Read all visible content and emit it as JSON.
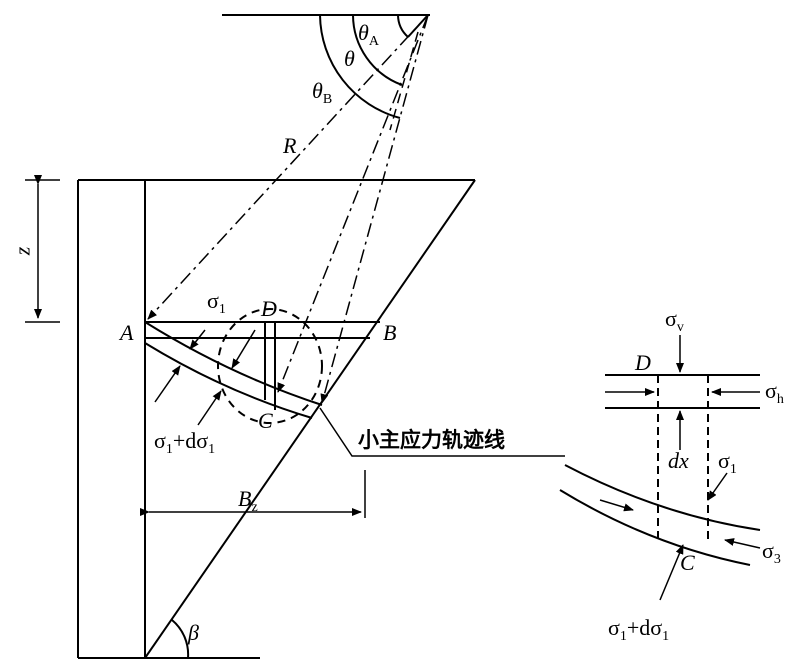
{
  "labels": {
    "theta_a": "θ",
    "theta_a_sub": "A",
    "theta": "θ",
    "theta_b": "θ",
    "theta_b_sub": "B",
    "radius": "R",
    "depth": "z",
    "point_a": "A",
    "point_b": "B",
    "point_d": "D",
    "point_c": "C",
    "sigma1": "σ",
    "sigma1_sub": "1",
    "sigma1_d": "σ",
    "sigma1_d_sub": "1",
    "sigma1_d_plus": "+dσ",
    "sigma1_d_sub2": "1",
    "trajectory": "小主应力轨迹线",
    "width_bz": "B",
    "width_bz_sub": "z",
    "beta": "β",
    "detail_sigma_v": "σ",
    "detail_sigma_v_sub": "v",
    "detail_sigma_h": "σ",
    "detail_sigma_h_sub": "h",
    "detail_d": "D",
    "detail_dx": "dx",
    "detail_sigma1": "σ",
    "detail_sigma1_sub": "1",
    "detail_sigma3": "σ",
    "detail_sigma3_sub": "3",
    "detail_c": "C",
    "detail_sigma1_d": "σ",
    "detail_sigma1_d_sub": "1",
    "detail_sigma1_d_plus": "+dσ",
    "detail_sigma1_d_sub2": "1"
  }
}
